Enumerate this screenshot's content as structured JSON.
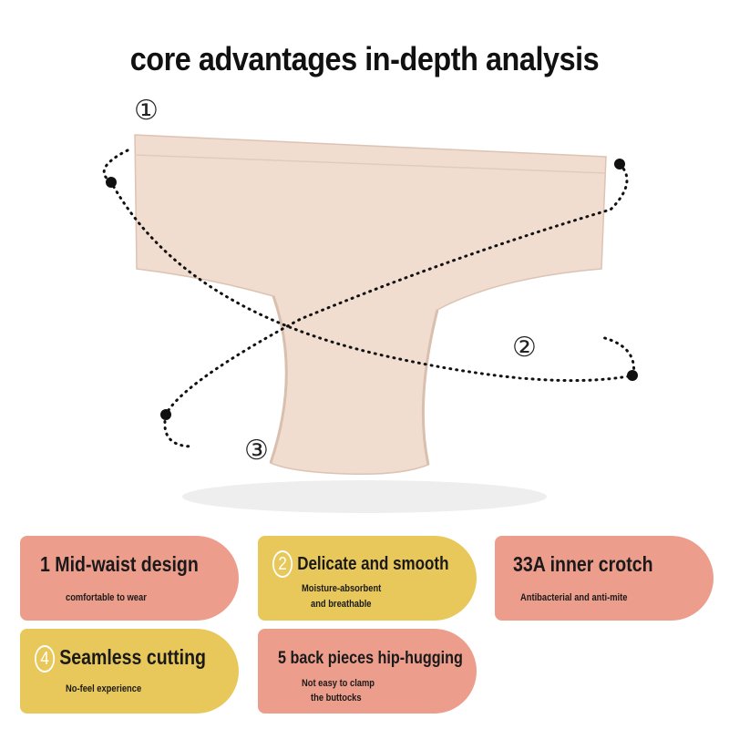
{
  "title": "core advantages in-depth analysis",
  "markers": [
    "①",
    "②",
    "③"
  ],
  "cards": [
    {
      "heading": "1 Mid-waist design",
      "sub": [
        "comfortable to wear"
      ],
      "color": "#ec9d8b"
    },
    {
      "badge": "2",
      "heading": "Delicate and smooth",
      "sub": [
        "Moisture-absorbent",
        "and breathable"
      ],
      "color": "#e8c85a"
    },
    {
      "heading": "33A inner crotch",
      "sub": [
        "Antibacterial and anti-mite"
      ],
      "color": "#ec9d8b"
    },
    {
      "badge": "4",
      "heading": "Seamless cutting",
      "sub": [
        "No-feel experience"
      ],
      "color": "#e8c85a"
    },
    {
      "heading": "5 back pieces hip-hugging",
      "sub": [
        "Not easy to clamp",
        "the buttocks"
      ],
      "color": "#ec9d8b"
    }
  ]
}
